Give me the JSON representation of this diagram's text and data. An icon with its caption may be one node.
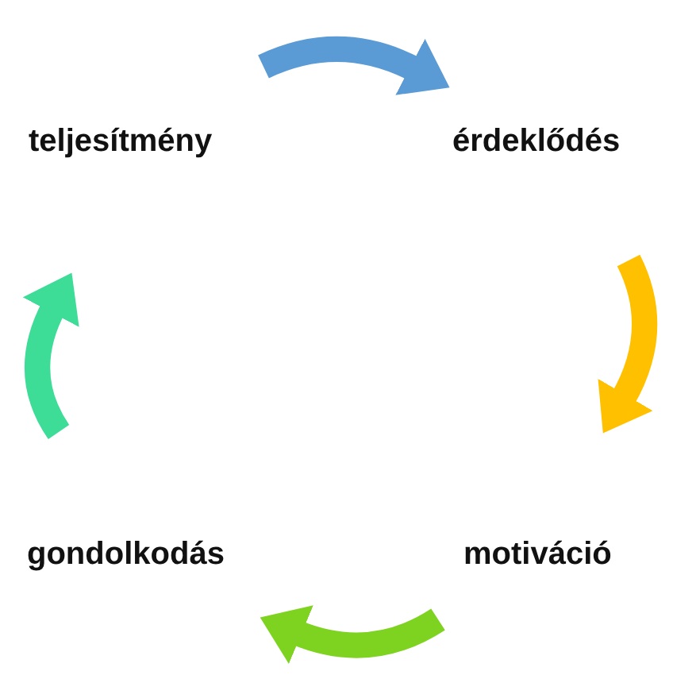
{
  "diagram": {
    "nodes": [
      {
        "text": [
          "teljesítmény"
        ]
      },
      {
        "text": [
          "érdeklődés"
        ]
      },
      {
        "text": [
          "motiváció"
        ]
      },
      {
        "text": [
          "gondolkodás"
        ]
      }
    ],
    "edges": [
      {
        "from": 0,
        "to": 1,
        "arrow": "to",
        "color": "#5b9bd5"
      },
      {
        "from": 1,
        "to": 2,
        "arrow": "to",
        "color": "#ffc000"
      },
      {
        "from": 2,
        "to": 3,
        "arrow": "to",
        "color": "#7ed321"
      },
      {
        "from": 3,
        "to": 0,
        "arrow": "to",
        "color": "#3ddc97"
      }
    ]
  }
}
